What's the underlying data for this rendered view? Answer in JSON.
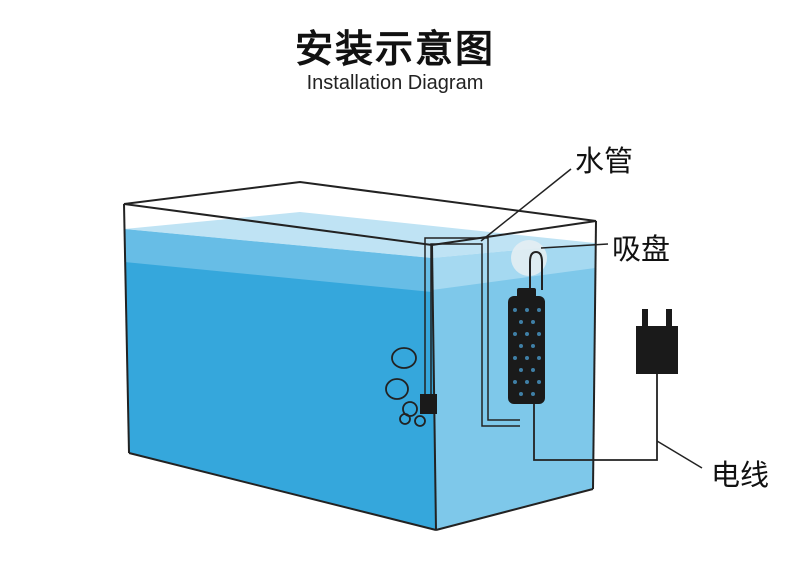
{
  "title": {
    "cn": "安装示意图",
    "en": "Installation Diagram"
  },
  "labels": {
    "water_pipe": "水管",
    "suction_cup": "吸盘",
    "power_cord": "电线"
  },
  "colors": {
    "water_front": "#35a7dc",
    "water_side": "#7ec8ea",
    "water_top": "#bfe3f4",
    "outline": "#222222",
    "device": "#1a1a1a"
  },
  "icons": [
    "aquarium-tank",
    "pump",
    "filter-cartridge",
    "suction-cup",
    "power-plug",
    "air-bubbles"
  ]
}
